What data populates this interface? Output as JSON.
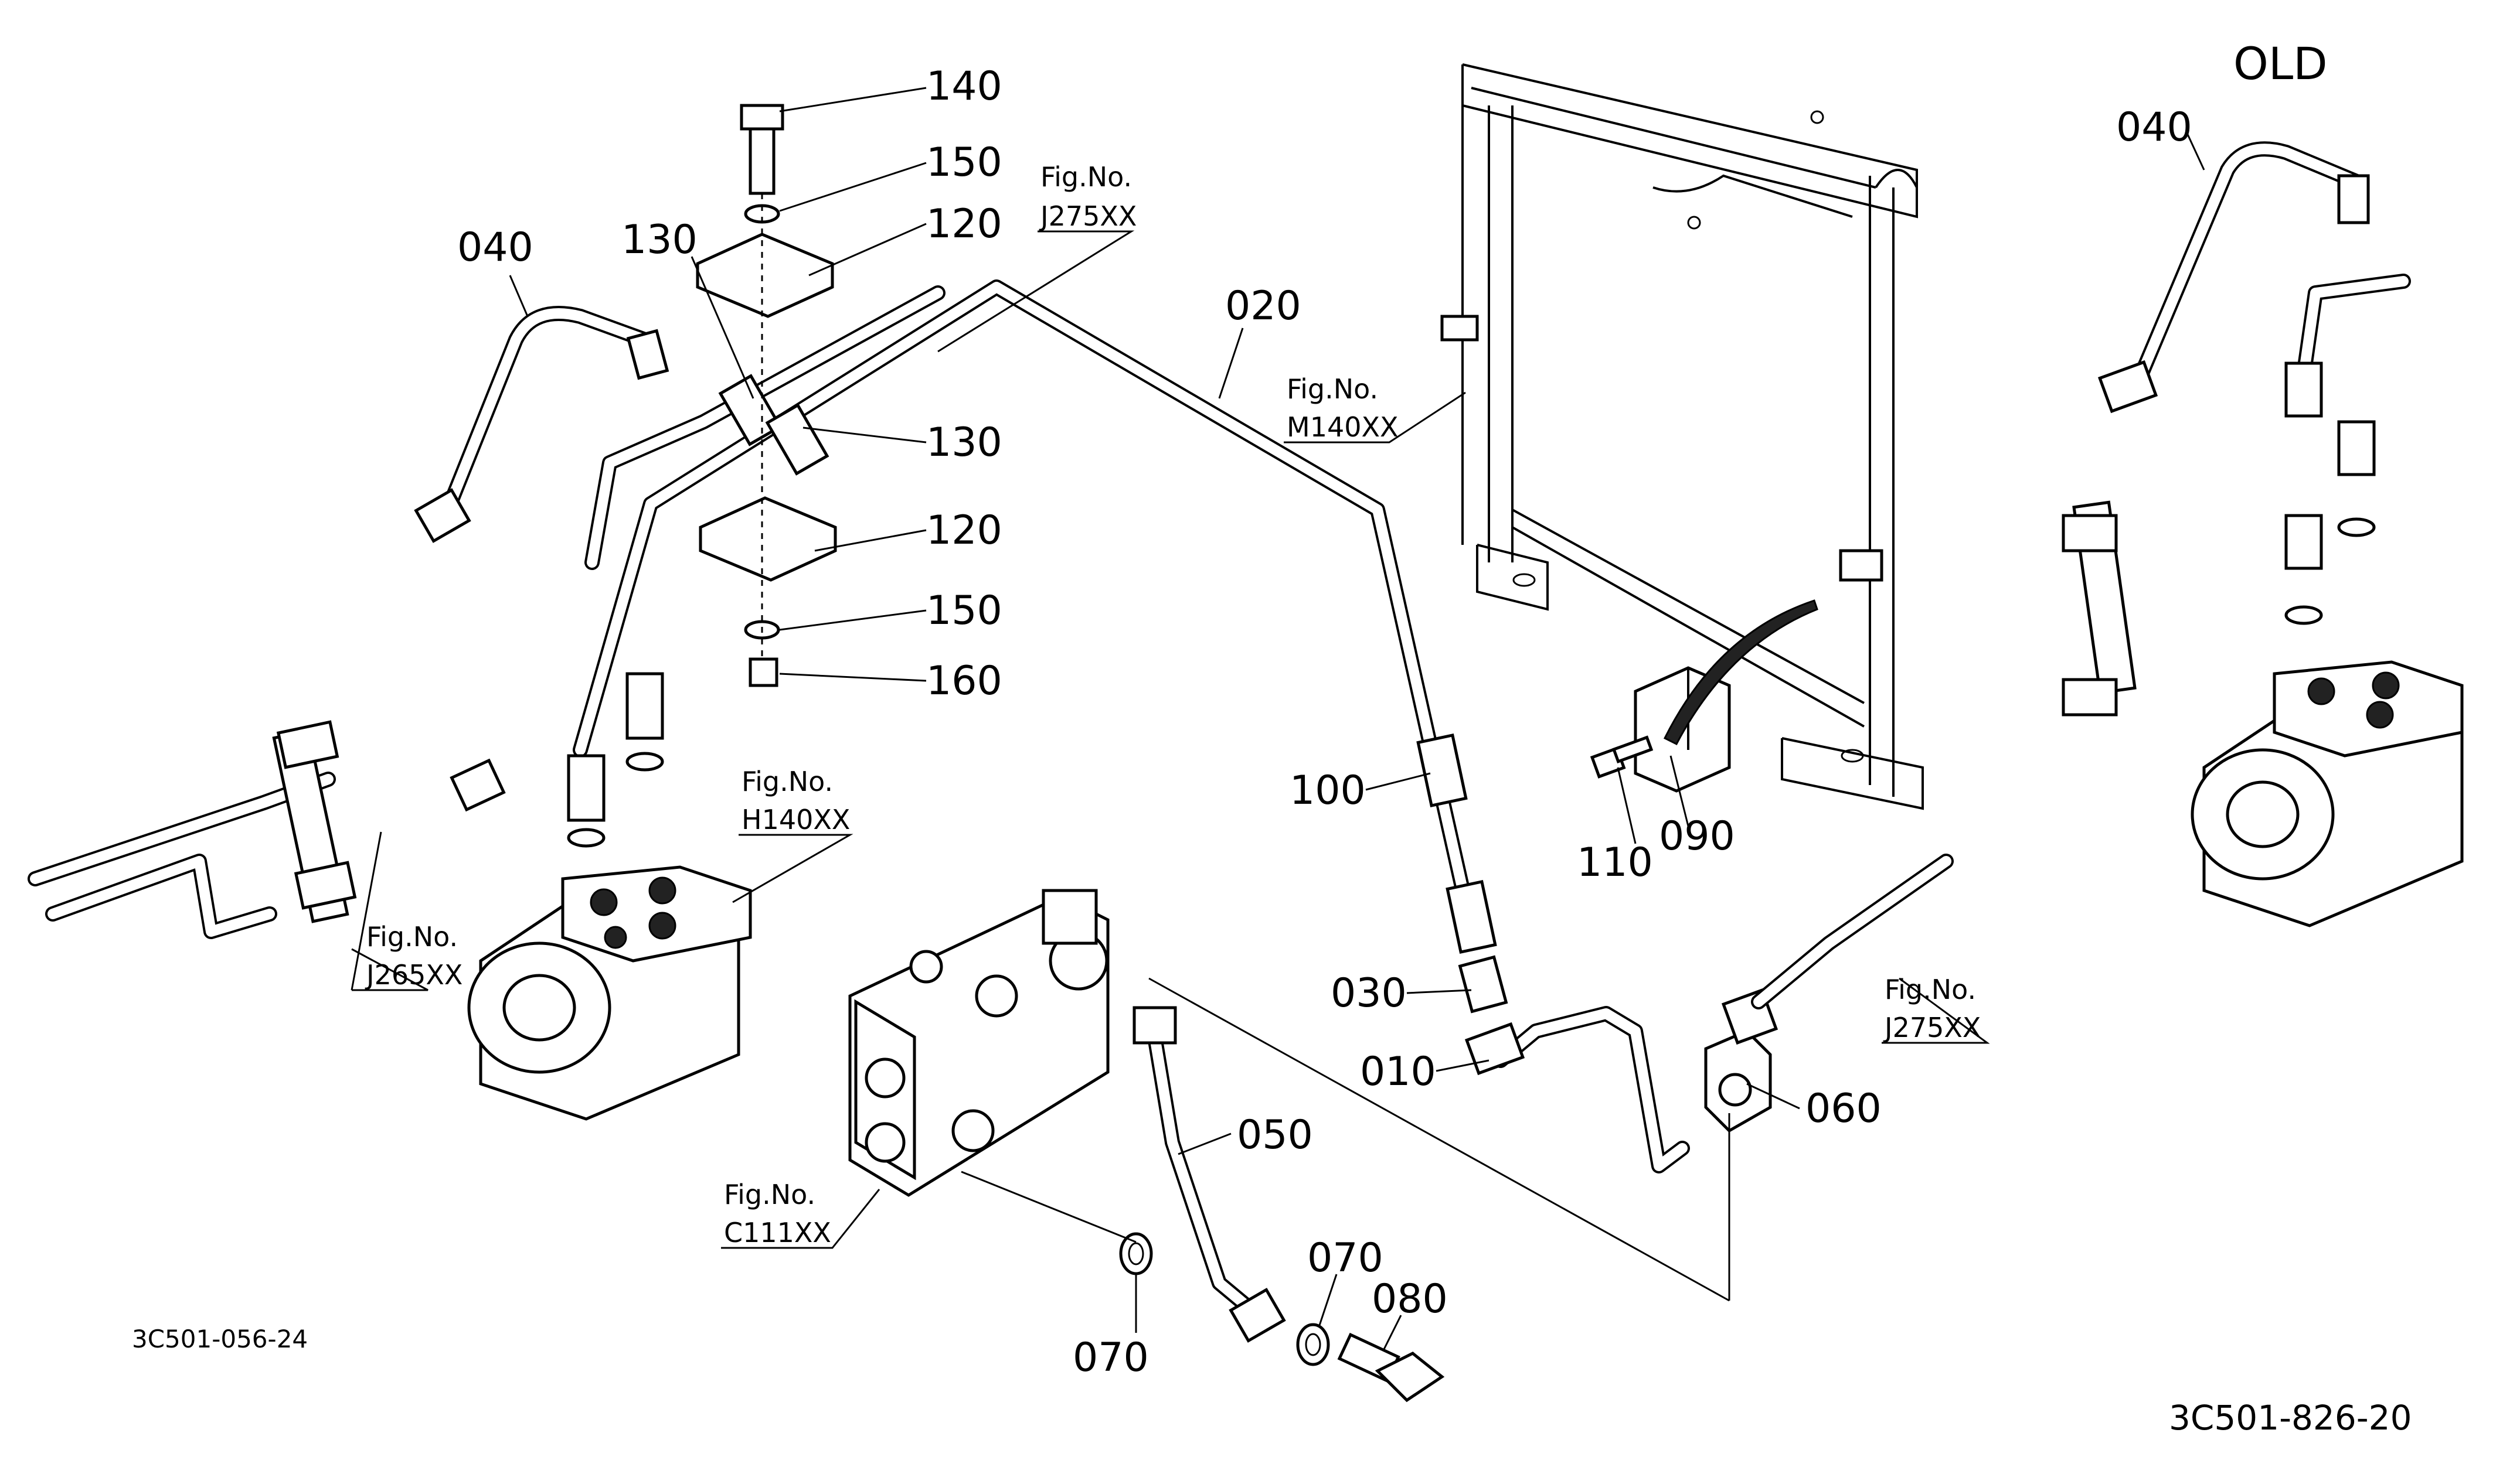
{
  "corner_label": "OLD",
  "labels": {
    "p140": "140",
    "p150a": "150",
    "p120a": "120",
    "p130a": "130",
    "p040": "040",
    "p130b": "130",
    "p120b": "120",
    "p150b": "150",
    "p160": "160",
    "p020": "020",
    "p100": "100",
    "p110": "110",
    "p090": "090",
    "p030": "030",
    "p010": "010",
    "p060": "060",
    "p050": "050",
    "p070a": "070",
    "p070b": "070",
    "p080": "080",
    "p040old": "040"
  },
  "refs": {
    "fig_no": "Fig.No.",
    "j275_top": "J275XX",
    "m140": "M140XX",
    "h140": "H140XX",
    "j265": "J265XX",
    "j275_right": "J275XX",
    "c111": "C111XX"
  },
  "codes": {
    "small": "3C501-056-24",
    "main": "3C501-826-20"
  }
}
